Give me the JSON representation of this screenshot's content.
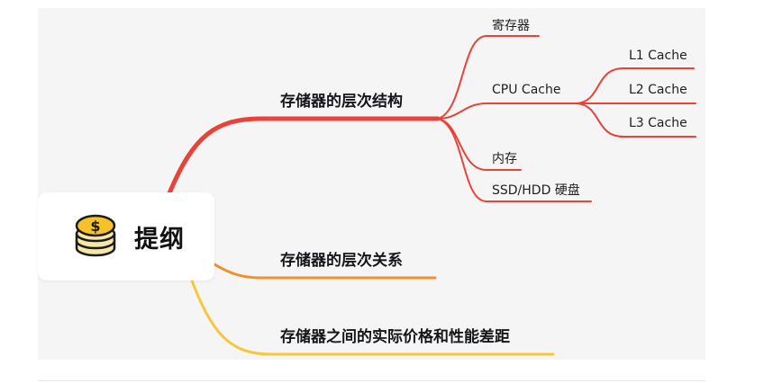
{
  "root": {
    "label": "提纲",
    "icon": "coin-stack-icon"
  },
  "branches": [
    {
      "label": "存储器的层次结构",
      "color": "#e8433a",
      "children": [
        {
          "label": "寄存器"
        },
        {
          "label": "CPU Cache",
          "children": [
            "L1 Cache",
            "L2 Cache",
            "L3 Cache"
          ]
        },
        {
          "label": "内存"
        },
        {
          "label": "SSD/HDD 硬盘"
        }
      ]
    },
    {
      "label": "存储器的层次关系",
      "color": "#f08f2d"
    },
    {
      "label": "存储器之间的实际价格和性能差距",
      "color": "#f7c73a"
    }
  ],
  "colors": {
    "background": "#f5f5f6",
    "root_card": "#ffffff"
  }
}
